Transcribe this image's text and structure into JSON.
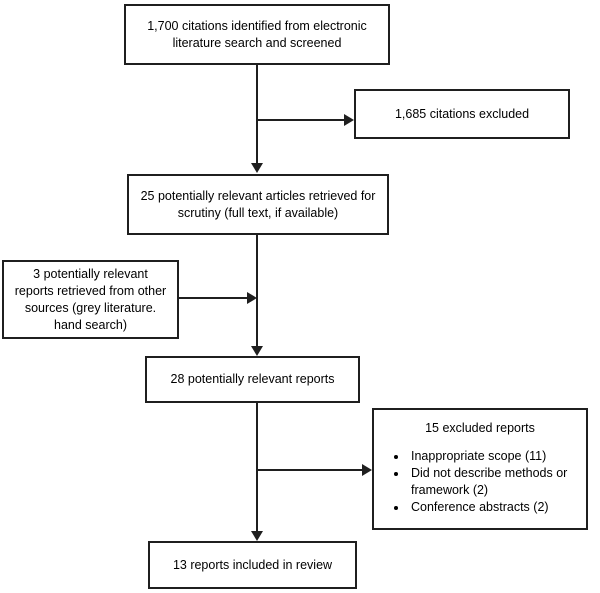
{
  "diagram": {
    "type": "flowchart",
    "colors": {
      "background": "#ffffff",
      "line": "#1f1f1f",
      "text": "#000000"
    },
    "nodes": {
      "identified": {
        "text": "1,700 citations identified from electronic literature search and screened"
      },
      "citations_excluded": {
        "text": "1,685 citations excluded"
      },
      "retrieved_for_scrutiny": {
        "text": "25 potentially relevant articles retrieved for scrutiny (full text, if available)"
      },
      "other_sources": {
        "text": "3 potentially relevant reports retrieved from other sources (grey literature. hand search)"
      },
      "relevant_reports": {
        "text": "28 potentially relevant reports"
      },
      "excluded_reports": {
        "title": "15 excluded reports",
        "bullets": [
          "Inappropriate scope (11)",
          "Did not describe methods or framework (2)",
          "Conference abstracts (2)"
        ]
      },
      "included_in_review": {
        "text": "13 reports included in review"
      }
    }
  }
}
